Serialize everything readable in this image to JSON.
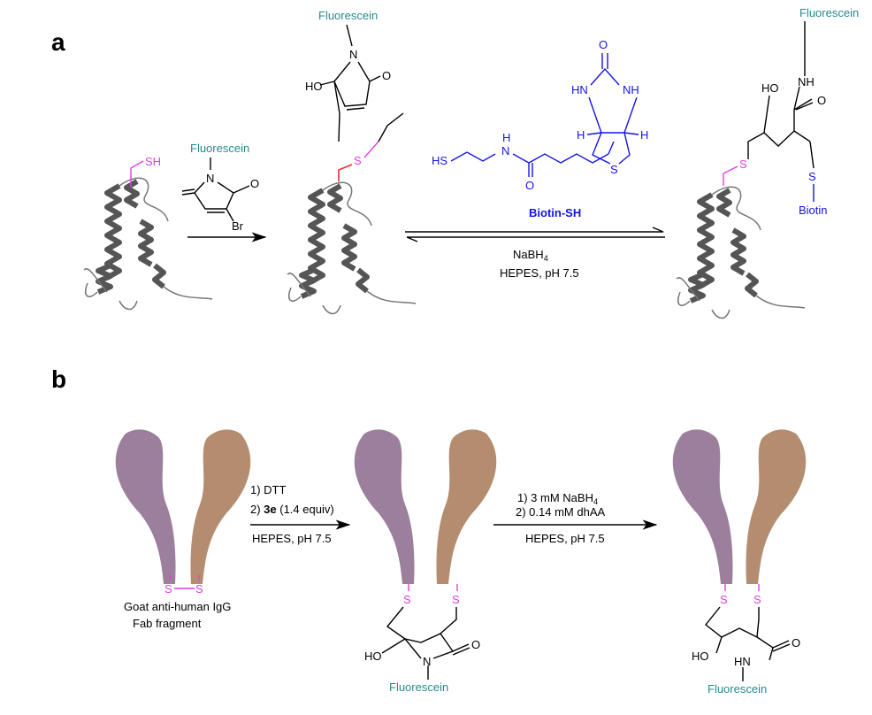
{
  "panel_a": {
    "label": "a",
    "sh": "SH",
    "reagent": {
      "fluorescein": "Fluorescein",
      "n": "N",
      "o": "O",
      "br": "Br"
    },
    "adduct": {
      "fluorescein": "Fluorescein",
      "n": "N",
      "ho": "HO",
      "o": "O",
      "s": "S"
    },
    "biotin_sh": {
      "hs": "HS",
      "nh_h": "H",
      "nh_n": "N",
      "o1": "O",
      "o2": "O",
      "hn": "HN",
      "nh": "NH",
      "h1": "H",
      "h2": "H",
      "s": "S",
      "name": "Biotin-SH"
    },
    "conditions": {
      "reagent": "NaBH",
      "reagent_sub": "4",
      "buffer": "HEPES, pH 7.5"
    },
    "product": {
      "fluorescein": "Fluorescein",
      "nh": "NH",
      "o": "O",
      "ho": "HO",
      "s1": "S",
      "s2": "S",
      "biotin": "Biotin"
    }
  },
  "panel_b": {
    "label": "b",
    "start": {
      "s1": "S",
      "s2": "S",
      "name_line1": "Goat anti-human IgG",
      "name_line2": "Fab fragment"
    },
    "step1": {
      "line1": "1) DTT",
      "line2_prefix": "2) ",
      "line2_bold": "3e",
      "line2_suffix": " (1.4 equiv)",
      "below": "HEPES, pH 7.5"
    },
    "intermediate": {
      "s1": "S",
      "s2": "S",
      "ho": "HO",
      "n": "N",
      "o": "O",
      "fluorescein": "Fluorescein"
    },
    "step2": {
      "line1": "1) 3 mM NaBH",
      "line1_sub": "4",
      "line2": "2) 0.14 mM dhAA",
      "below": "HEPES, pH 7.5"
    },
    "product": {
      "s1": "S",
      "s2": "S",
      "ho": "HO",
      "hn": "HN",
      "o": "O",
      "fluorescein": "Fluorescein"
    }
  },
  "colors": {
    "fluorescein": "#268a8c",
    "thiol": "#e43ce4",
    "biotin": "#1414e6",
    "fab_left": "#9c7f9c",
    "fab_right": "#b48c70"
  }
}
